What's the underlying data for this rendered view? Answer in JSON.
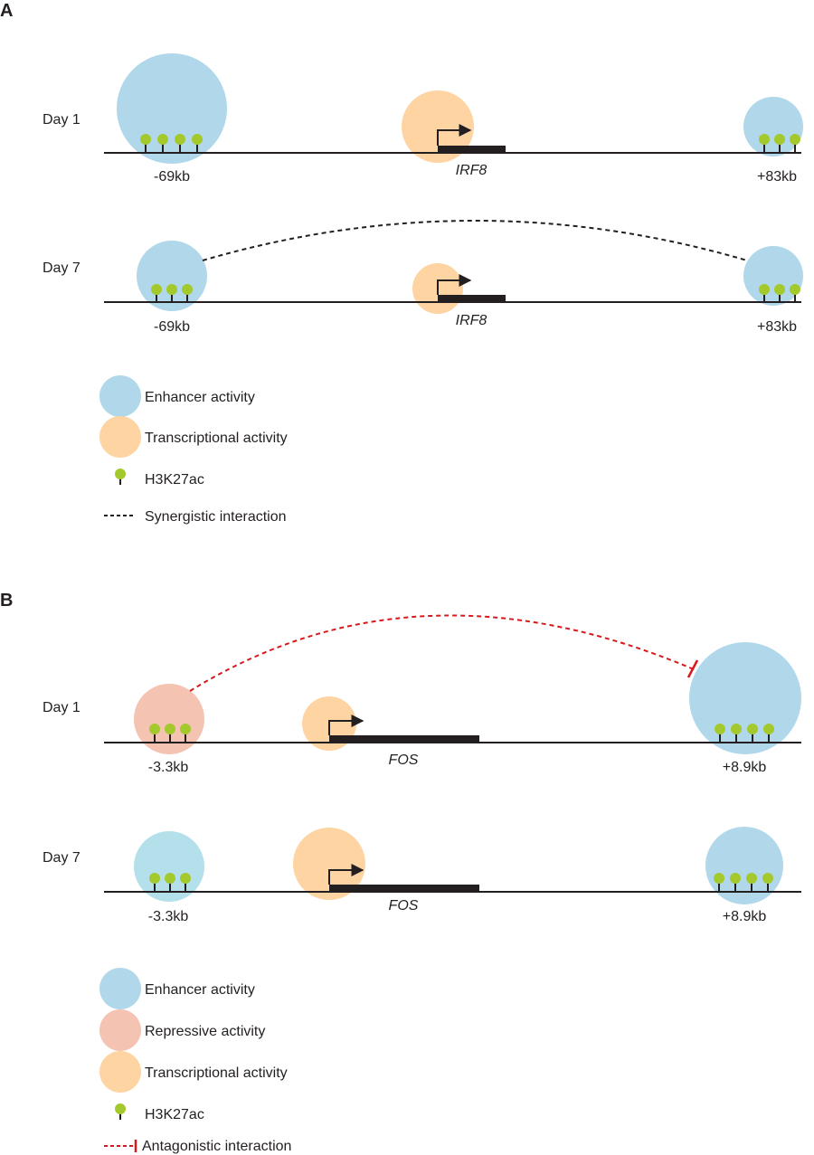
{
  "colors": {
    "enhancer": "#b0d8ea",
    "enhancer_weak": "#b3e0ea",
    "transcription": "#fdd4a2",
    "repressive": "#f5c3b2",
    "h3k27ac": "#a3c92c",
    "line": "#231f20",
    "synergy": "#231f20",
    "antagonism": "#d7191c"
  },
  "panelA": {
    "label": "A",
    "gene": "IRF8",
    "rows": [
      {
        "day": "Day 1",
        "left_site": "-69kb",
        "right_site": "+83kb",
        "left_marks": 4,
        "right_marks": 3,
        "left_activity": "enhancer",
        "right_activity": "enhancer",
        "interaction": "none"
      },
      {
        "day": "Day 7",
        "left_site": "-69kb",
        "right_site": "+83kb",
        "left_marks": 3,
        "right_marks": 3,
        "left_activity": "enhancer",
        "right_activity": "enhancer",
        "interaction": "synergistic"
      }
    ],
    "legend": [
      {
        "icon": "enhancer-circle-icon",
        "label": "Enhancer activity"
      },
      {
        "icon": "transcription-circle-icon",
        "label": "Transcriptional activity"
      },
      {
        "icon": "h3k27ac-mark-icon",
        "label": "H3K27ac"
      },
      {
        "icon": "dashed-line-icon",
        "label": "Synergistic interaction"
      }
    ]
  },
  "panelB": {
    "label": "B",
    "gene": "FOS",
    "rows": [
      {
        "day": "Day 1",
        "left_site": "-3.3kb",
        "right_site": "+8.9kb",
        "left_marks": 3,
        "right_marks": 4,
        "left_activity": "repressive",
        "right_activity": "enhancer",
        "interaction": "antagonistic"
      },
      {
        "day": "Day 7",
        "left_site": "-3.3kb",
        "right_site": "+8.9kb",
        "left_marks": 3,
        "right_marks": 4,
        "left_activity": "enhancer",
        "right_activity": "enhancer",
        "interaction": "none"
      }
    ],
    "legend": [
      {
        "icon": "enhancer-circle-icon",
        "label": "Enhancer activity"
      },
      {
        "icon": "repressive-circle-icon",
        "label": "Repressive activity"
      },
      {
        "icon": "transcription-circle-icon",
        "label": "Transcriptional activity"
      },
      {
        "icon": "h3k27ac-mark-icon",
        "label": "H3K27ac"
      },
      {
        "icon": "red-dashed-inhibition-icon",
        "label": "Antagonistic interaction"
      }
    ]
  }
}
